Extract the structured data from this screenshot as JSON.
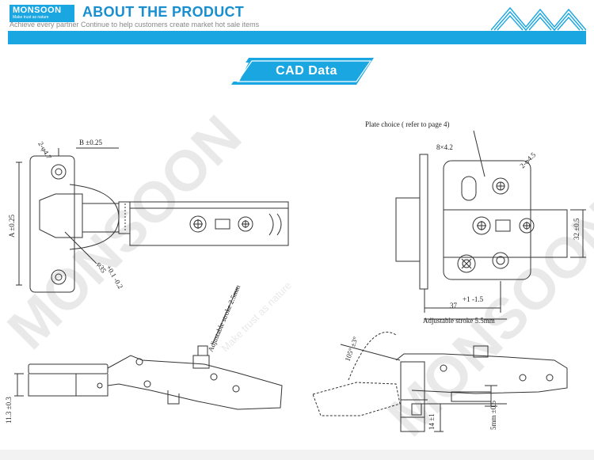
{
  "header": {
    "logo_name": "MONSOON",
    "logo_tagline": "Make trust as nature",
    "title": "ABOUT THE PRODUCT",
    "subtitle": "Achieve every partner Continue to help customers create market hot sale items"
  },
  "banner": {
    "label": "CAD Data"
  },
  "watermark": {
    "brand": "MONSOON",
    "slogan": "Make trust as nature"
  },
  "dimensions": {
    "hole_top": "2-φ4.7",
    "b_tol": "B ±0.25",
    "a_tol": "A ±0.25",
    "cup_dia": "φ35",
    "cup_tol": "+0.1 -0.2",
    "plate_choice": "Plate choice ( refer to page 4)",
    "slot": "8×4.2",
    "hole_right": "2-φ4.5",
    "height_32": "32 ±0.5",
    "width_37": "37",
    "width_37_tol": "+1 -1.5",
    "adj_stroke_5": "Adjustable stroke 5.5mm",
    "adj_stroke_2": "Adjustable stroke 2.5mm",
    "angle": "105° ±3°",
    "h_11": "11.3 ±0.3",
    "h_14": "14 ±1",
    "h_5": "5mm ±0.5"
  },
  "colors": {
    "accent": "#1aa6e0",
    "title": "#1a8fd0"
  }
}
